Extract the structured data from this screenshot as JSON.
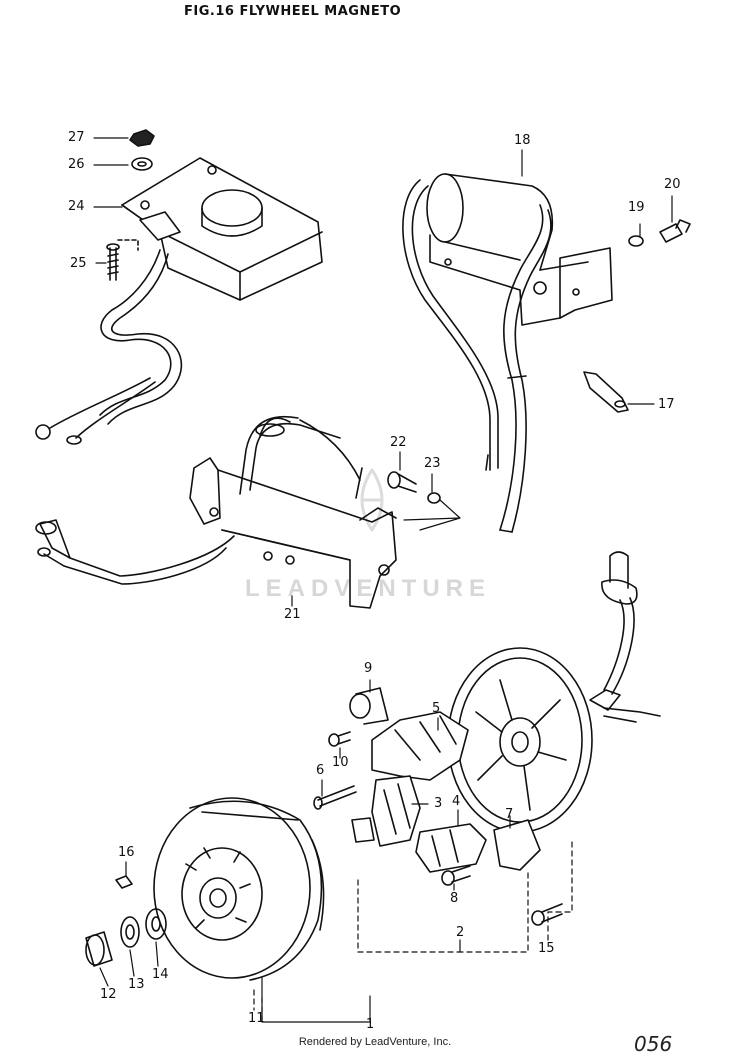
{
  "title": "FIG.16  FLYWHEEL MAGNETO",
  "watermark": "LEADVENTURE",
  "footer": "Rendered by LeadVenture, Inc.",
  "page_number": "056",
  "callouts": {
    "c1": "1",
    "c2": "2",
    "c3": "3",
    "c4": "4",
    "c5": "5",
    "c6": "6",
    "c7": "7",
    "c8": "8",
    "c9": "9",
    "c10": "10",
    "c11": "11",
    "c12": "12",
    "c13": "13",
    "c14": "14",
    "c15": "15",
    "c16": "16",
    "c17": "17",
    "c18": "18",
    "c19": "19",
    "c20": "20",
    "c21": "21",
    "c22": "22",
    "c23": "23",
    "c24": "24",
    "c25": "25",
    "c26": "26",
    "c27": "27"
  }
}
